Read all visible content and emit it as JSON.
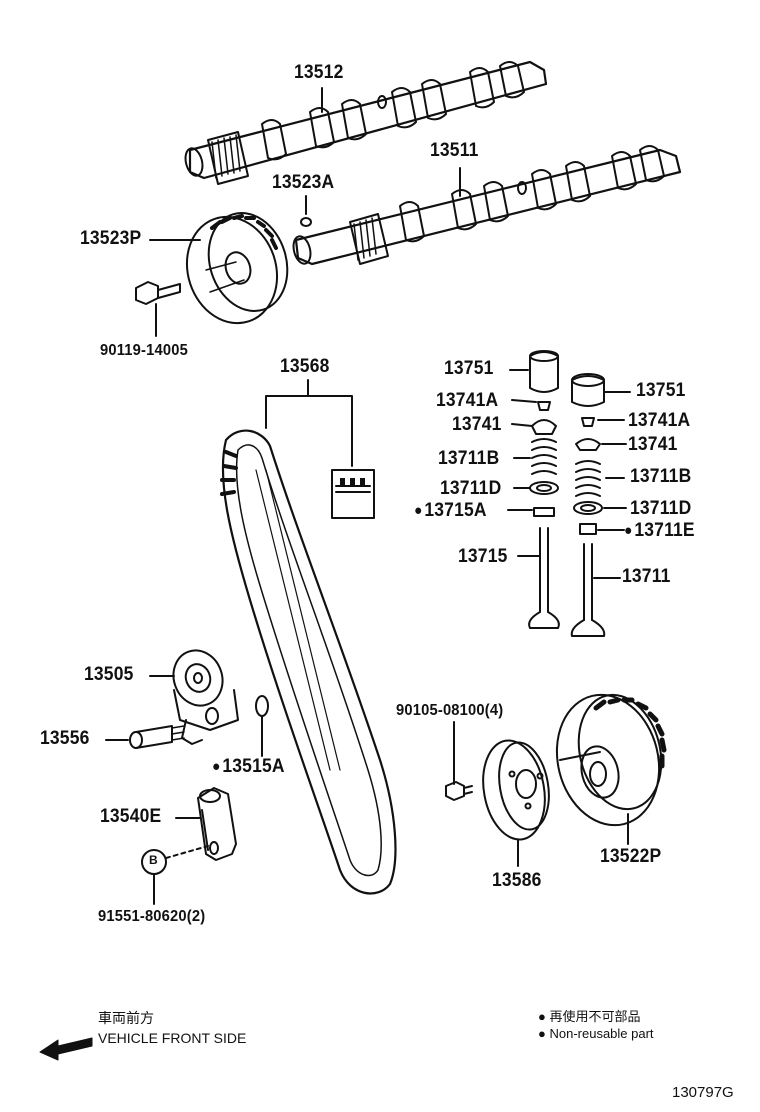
{
  "parts": {
    "camshaft_exhaust": "13512",
    "camshaft_intake": "13511",
    "cam_key": "13523A",
    "cam_pulley": "13523P",
    "pulley_bolt": "90119-14005",
    "timing_belt": "13568",
    "idler": "13505",
    "idler_bolt": "13556",
    "idler_washer": "13515A",
    "tensioner": "13540E",
    "tensioner_bolt": "91551-80620(2)",
    "crank_bolt": "90105-08100(4)",
    "crank_pulley": "13586",
    "crank_timing_pulley": "13522P"
  },
  "valve_parts": {
    "lifter_left": "13751",
    "lifter_right": "13751",
    "keeper_left": "13741A",
    "keeper_right": "13741A",
    "retainer_left": "13741",
    "retainer_right": "13741",
    "spring_left": "13711B",
    "spring_right": "13711B",
    "seat_left": "13711D",
    "seat_right": "13711D",
    "seal_left": "13715A",
    "seal_right": "13711E",
    "valve_left": "13715",
    "valve_right": "13711"
  },
  "tensioner_ref_letter": "B",
  "direction": {
    "jp": "車両前方",
    "en": "VEHICLE FRONT SIDE"
  },
  "legend": {
    "jp": "再使用不可部品",
    "en": "Non-reusable part"
  },
  "figure_id": "130797G"
}
